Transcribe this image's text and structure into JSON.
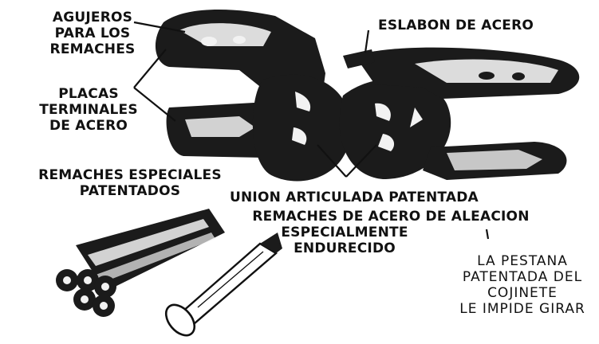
{
  "labels": {
    "agujeros": [
      "AGUJEROS",
      "PARA LOS",
      "REMACHES"
    ],
    "eslabon": "ESLABON DE ACERO",
    "placas": [
      "PLACAS",
      "TERMINALES",
      "DE ACERO"
    ],
    "remaches_especiales": [
      "REMACHES ESPECIALES",
      "PATENTADOS"
    ],
    "union": "UNION ARTICULADA PATENTADA",
    "remaches_acero": [
      "REMACHES DE ACERO DE ALEACION",
      "ESPECIALMENTE",
      "ENDURECIDO"
    ],
    "pestana": [
      "LA PESTANA",
      "PATENTADA DEL",
      "COJINETE",
      "LE IMPIDE GIRAR"
    ]
  },
  "colors": {
    "ink": "#111111",
    "steel_dark": "#1b1b1b",
    "steel_light": "#f2f2f2",
    "paper": "#ffffff"
  }
}
